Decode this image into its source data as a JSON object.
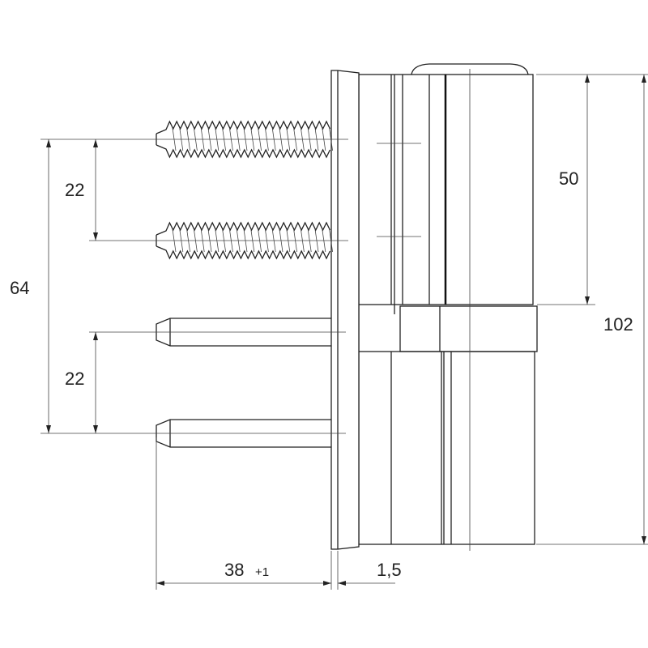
{
  "drawing": {
    "title": "Hinge dimension drawing",
    "dimensions": {
      "screw_spacing_top": "22",
      "overall_fixing_span": "64",
      "pin_spacing_bottom": "22",
      "upper_part_height": "50",
      "total_height": "102",
      "fixing_length": "38",
      "fixing_length_tolerance": "+1",
      "plate_thickness": "1,5"
    },
    "colors": {
      "line": "#222222",
      "background": "#ffffff"
    }
  }
}
